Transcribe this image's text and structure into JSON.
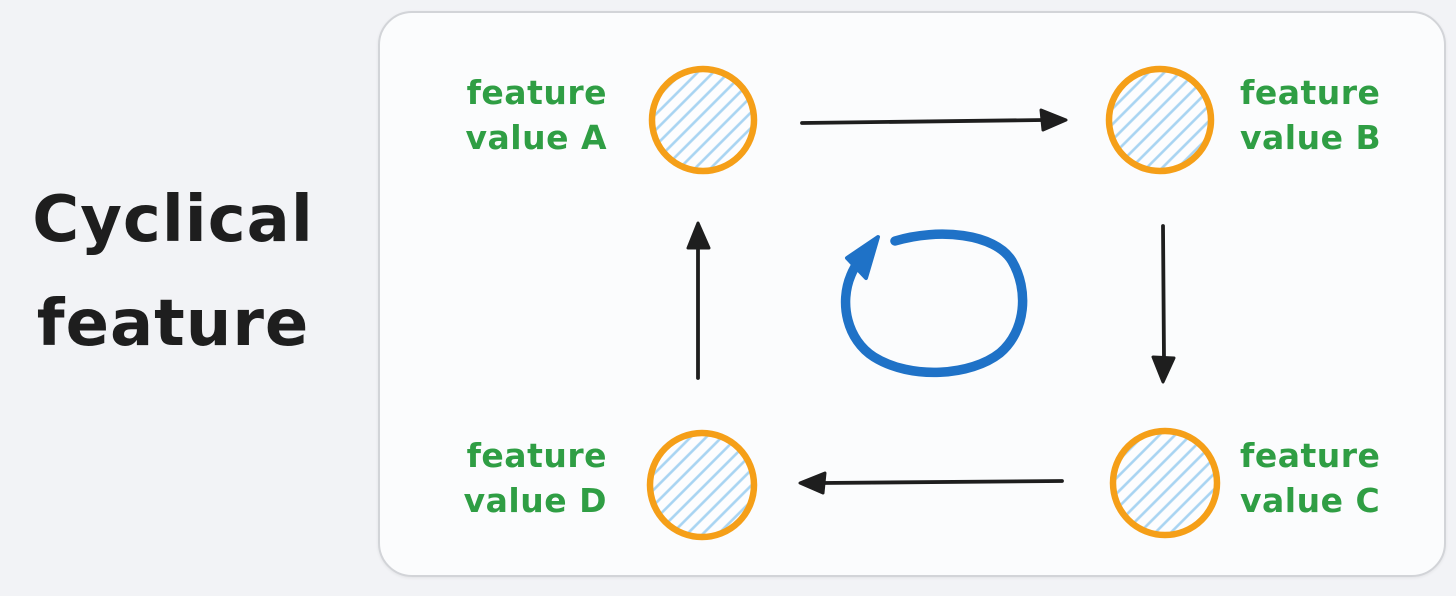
{
  "title": {
    "line1": "Cyclical",
    "line2": "feature"
  },
  "diagram": {
    "nodes": [
      {
        "id": "A",
        "line1": "feature",
        "line2": "value A",
        "label_side": "left"
      },
      {
        "id": "B",
        "line1": "feature",
        "line2": "value B",
        "label_side": "right"
      },
      {
        "id": "C",
        "line1": "feature",
        "line2": "value C",
        "label_side": "right"
      },
      {
        "id": "D",
        "line1": "feature",
        "line2": "value D",
        "label_side": "left"
      }
    ],
    "edges": [
      {
        "from": "A",
        "to": "B",
        "direction": "right"
      },
      {
        "from": "B",
        "to": "C",
        "direction": "down"
      },
      {
        "from": "C",
        "to": "D",
        "direction": "left"
      },
      {
        "from": "D",
        "to": "A",
        "direction": "up"
      }
    ],
    "icons": [
      "cycle-arrow-icon",
      "arrow-right-icon",
      "arrow-down-icon",
      "arrow-left-icon",
      "arrow-up-icon"
    ],
    "colors": {
      "label_green": "#2f9e44",
      "circle_orange": "#f59f18",
      "hatch_blue": "#a8d4f2",
      "arrow_black": "#1e1e1e",
      "cycle_blue": "#1f72c7",
      "card_background": "#fbfcfd",
      "card_border": "#d2d4d8",
      "page_background": "#f2f3f6"
    }
  }
}
